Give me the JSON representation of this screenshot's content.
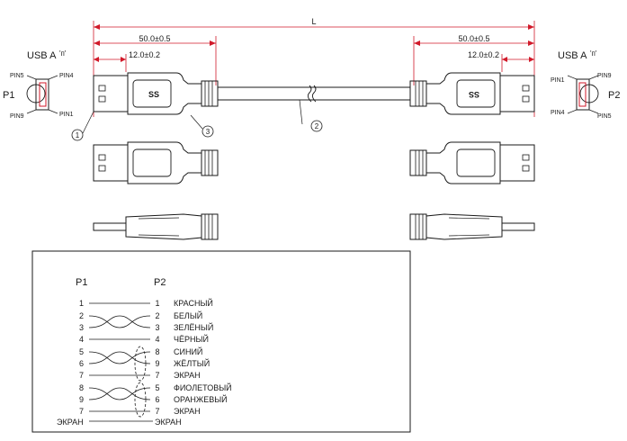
{
  "dimensions": {
    "overall": "L",
    "plug_left": "50.0±0.5",
    "head_left": "12.0±0.2",
    "plug_right": "50.0±0.5",
    "head_right": "12.0±0.2"
  },
  "left_connector": {
    "name": "P1",
    "type": "USB A",
    "gender": "'п'",
    "pins": [
      "PIN5",
      "PIN4",
      "PIN9",
      "PIN1"
    ]
  },
  "right_connector": {
    "name": "P2",
    "type": "USB A",
    "gender": "'п'",
    "pins": [
      "PIN1",
      "PIN9",
      "PIN4",
      "PIN5"
    ]
  },
  "plug_logo": "SS",
  "callouts": [
    "1",
    "2",
    "3"
  ],
  "wiring": {
    "left_header": "P1",
    "right_header": "P2",
    "rows": [
      {
        "p1": "1",
        "p2": "1",
        "color": "КРАСНЫЙ"
      },
      {
        "p1": "2",
        "p2": "2",
        "color": "БЕЛЫЙ"
      },
      {
        "p1": "3",
        "p2": "3",
        "color": "ЗЕЛЁНЫЙ"
      },
      {
        "p1": "4",
        "p2": "4",
        "color": "ЧЁРНЫЙ"
      },
      {
        "p1": "5",
        "p2": "8",
        "color": "СИНИЙ"
      },
      {
        "p1": "6",
        "p2": "9",
        "color": "ЖЁЛТЫЙ"
      },
      {
        "p1": "7",
        "p2": "7",
        "color": "ЭКРАН"
      },
      {
        "p1": "8",
        "p2": "5",
        "color": "ФИОЛЕТОВЫЙ"
      },
      {
        "p1": "9",
        "p2": "6",
        "color": "ОРАНЖЕВЫЙ"
      },
      {
        "p1": "7",
        "p2": "7",
        "color": "ЭКРАН"
      }
    ],
    "shield_left": "ЭКРАН",
    "shield_right": "ЭКРАН"
  }
}
